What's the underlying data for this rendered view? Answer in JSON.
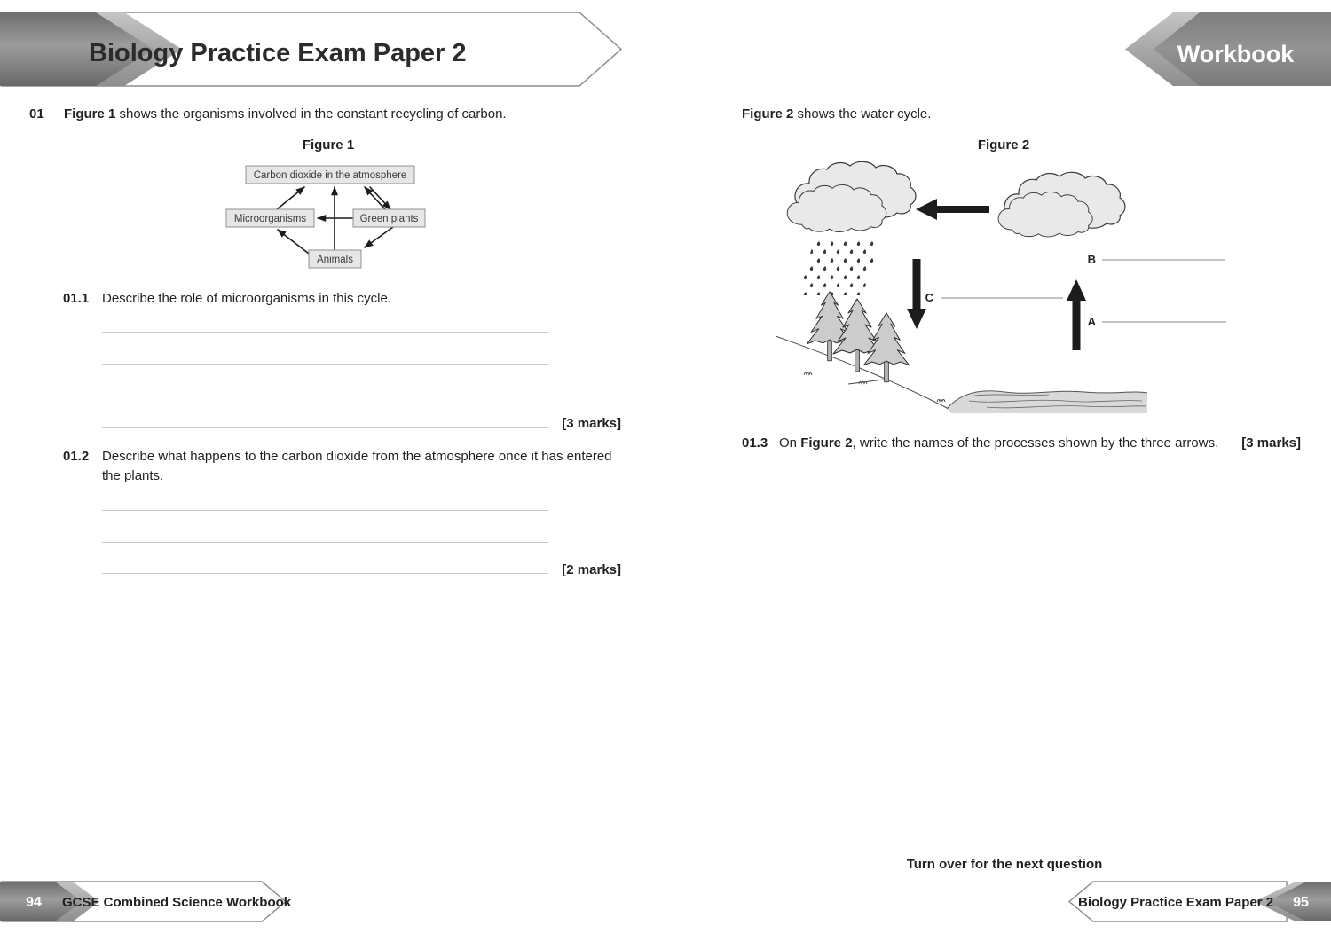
{
  "header": {
    "title": "Biology Practice Exam Paper 2",
    "workbook": "Workbook"
  },
  "page_left": {
    "q_number": "01",
    "intro_bold": "Figure 1",
    "intro_rest": " shows the organisms involved in the constant recycling of carbon.",
    "figure1": {
      "caption": "Figure 1",
      "box_co2": "Carbon dioxide in the atmosphere",
      "box_micro": "Microorganisms",
      "box_plants": "Green plants",
      "box_animals": "Animals"
    },
    "q1_1": {
      "number": "01.1",
      "prompt": "Describe the role of microorganisms in this cycle.",
      "marks": "[3 marks]"
    },
    "q1_2": {
      "number": "01.2",
      "prompt_line1": "Describe what happens to the carbon dioxide from the atmosphere once it has entered",
      "prompt_line2": "the plants.",
      "marks": "[2 marks]"
    }
  },
  "page_right": {
    "intro_bold": "Figure 2",
    "intro_rest": " shows the water cycle.",
    "figure2": {
      "caption": "Figure 2",
      "label_a": "A",
      "label_b": "B",
      "label_c": "C"
    },
    "q1_3": {
      "number": "01.3",
      "prompt_pre": "On ",
      "prompt_bold": "Figure 2",
      "prompt_post": ", write the names of the processes shown by the three arrows.",
      "marks": "[3 marks]"
    },
    "turn_over": "Turn over for the next question"
  },
  "footer": {
    "page_left_number": "94",
    "left_title": "GCSE Combined Science Workbook",
    "right_title": "Biology Practice Exam Paper 2",
    "page_right_number": "95"
  },
  "colors": {
    "text": "#231f20",
    "banner_dark": "#7d7d7d",
    "banner_light": "#b2b2b2",
    "banner_border": "#8c8c8c",
    "figure_box_fill": "#e6e6e6",
    "figure_box_border": "#909090",
    "answer_line": "#c9c9c9",
    "diagram_ink": "#1c1c1c",
    "cloud_fill": "#e9e9e9",
    "water_fill": "#d9d9d9"
  }
}
